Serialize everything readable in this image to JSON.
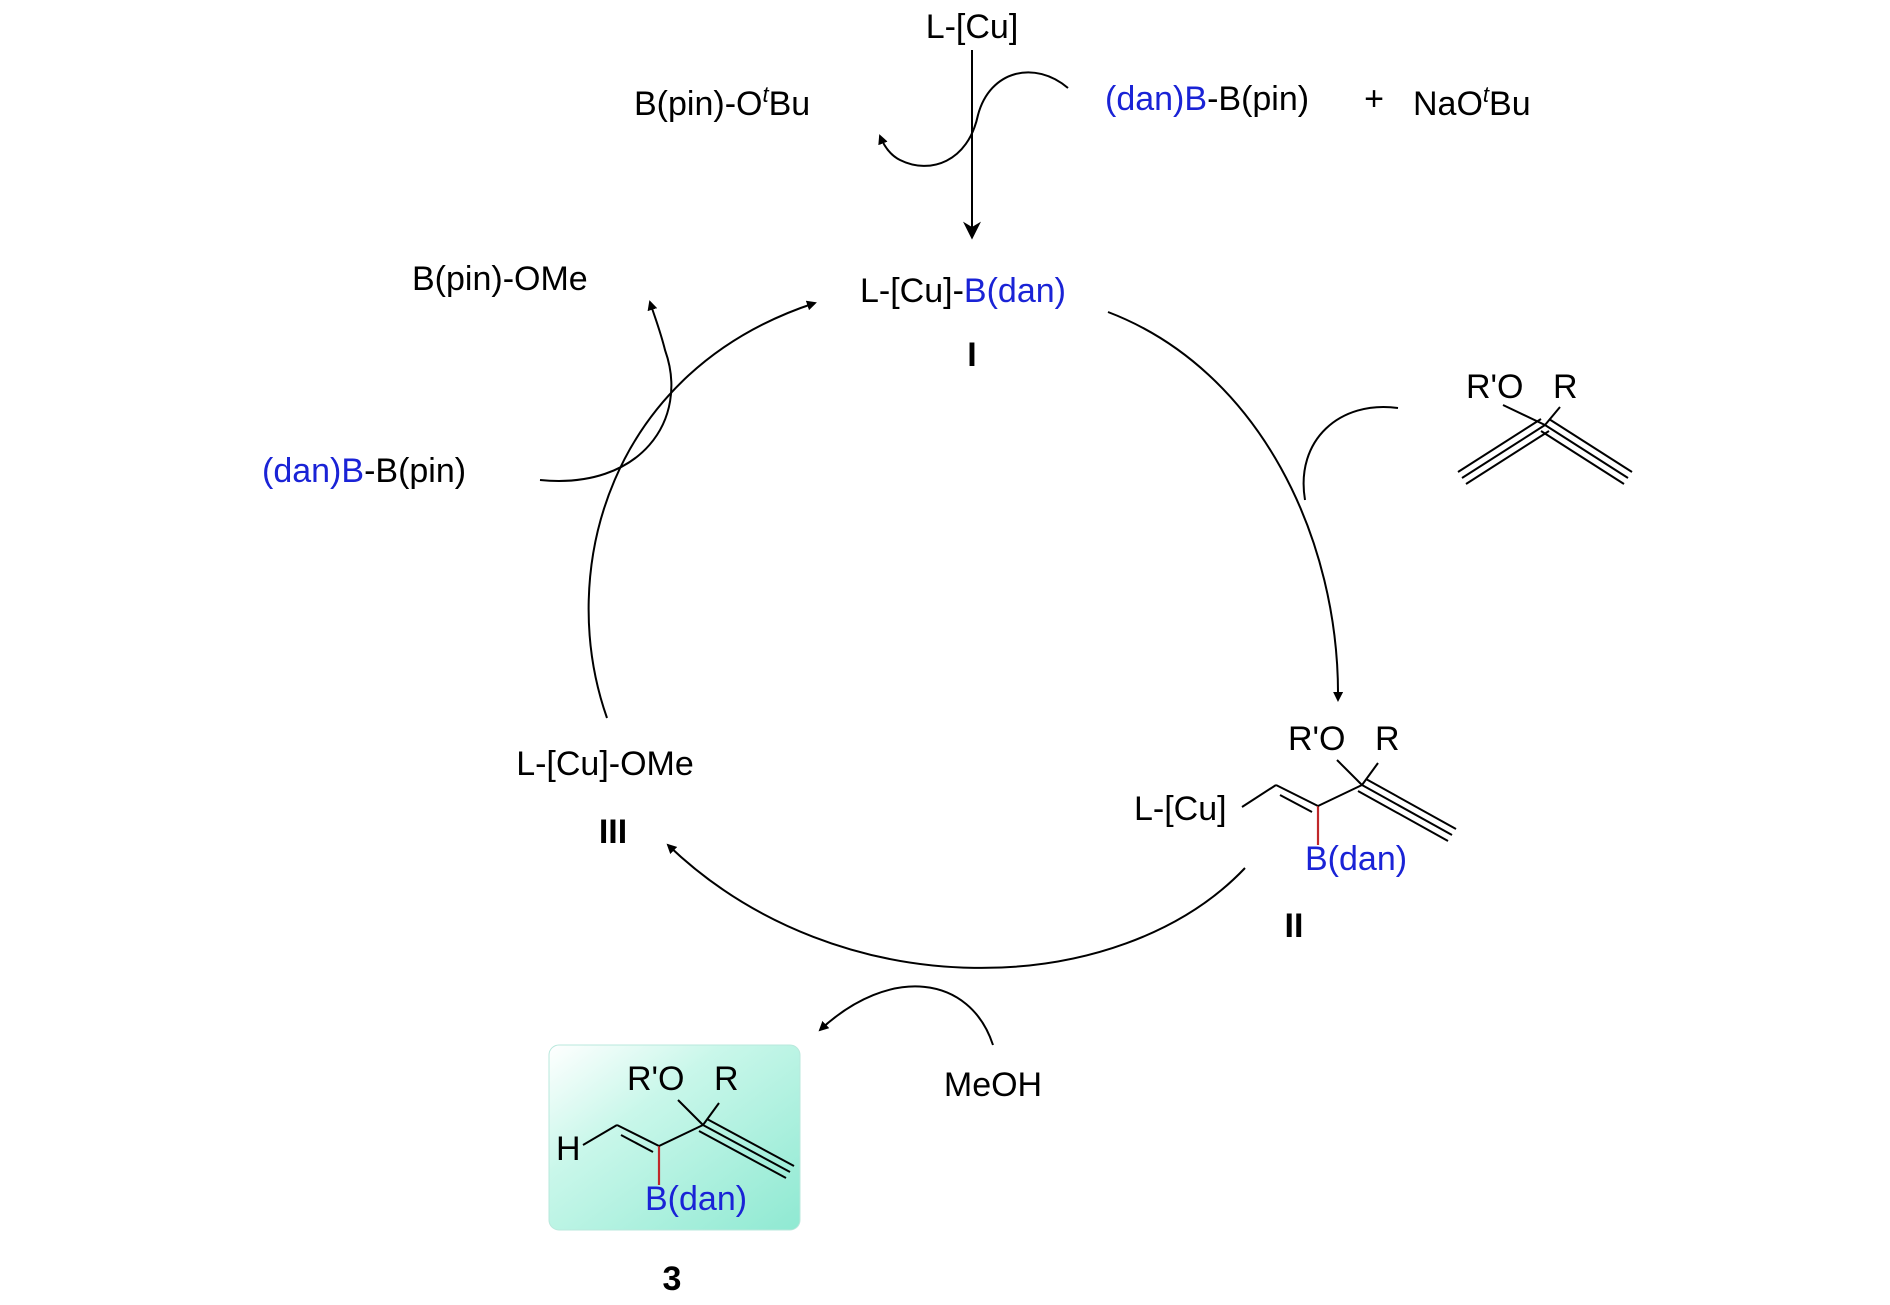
{
  "catalyst_precursor": "L-[Cu]",
  "top_reagents": {
    "diboron": {
      "dan": "(dan)",
      "b": "B",
      "rest": "-B(pin)"
    },
    "plus": "+",
    "base": {
      "pre": "NaO",
      "sup": "t",
      "post": "Bu"
    }
  },
  "byproduct_top": {
    "pre": "B(pin)-O",
    "sup": "t",
    "post": "Bu"
  },
  "intermediate_1": {
    "cu": "L-[Cu]-",
    "b_dan": "B(dan)",
    "label": "I"
  },
  "substrate": {
    "ro": "R'O",
    "r": "R"
  },
  "intermediate_2": {
    "ro": "R'O",
    "r": "R",
    "cu": "L-[Cu]",
    "b_dan": "B(dan)",
    "label": "II"
  },
  "intermediate_3": {
    "name": "L-[Cu]-OMe",
    "label": "III"
  },
  "left_reagent": {
    "dan": "(dan)",
    "b": "B",
    "rest": "-B(pin)"
  },
  "left_byproduct": "B(pin)-OMe",
  "methanol": "MeOH",
  "product_3": {
    "ro": "R'O",
    "r": "R",
    "h": "H",
    "b_dan": "B(dan)",
    "label": "3"
  },
  "colors": {
    "boron": "#1a23d6",
    "new_bond": "#c0282a",
    "product_box": "#a8f0df"
  }
}
